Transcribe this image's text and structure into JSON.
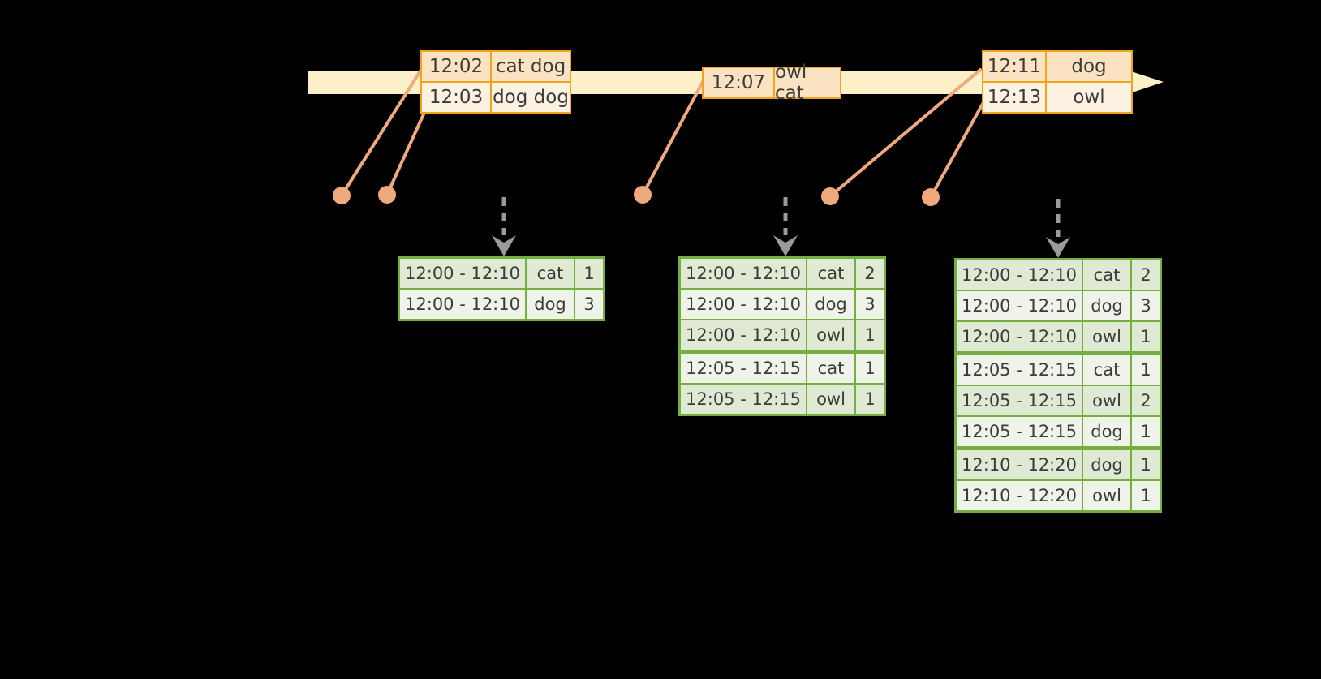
{
  "colors": {
    "background": "#000000",
    "timeline_fill": "#FBF0C7",
    "event_border": "#F0A41E",
    "event_row_dark": "#FBE2C0",
    "event_row_light": "#FDF2E2",
    "connector": "#F0A97C",
    "result_border": "#74B041",
    "result_row_dark": "#DFE9D3",
    "result_row_light": "#EFF3EA",
    "trigger_arrow": "#9A9A9A",
    "text": "#3C3C3C"
  },
  "event_tables": [
    {
      "rows": [
        {
          "time": "12:02",
          "words": "cat dog"
        },
        {
          "time": "12:03",
          "words": "dog dog"
        }
      ]
    },
    {
      "rows": [
        {
          "time": "12:07",
          "words": "owl cat"
        }
      ]
    },
    {
      "rows": [
        {
          "time": "12:11",
          "words": "dog"
        },
        {
          "time": "12:13",
          "words": "owl"
        }
      ]
    }
  ],
  "result_tables": [
    {
      "rows": [
        [
          "12:00 - 12:10",
          "cat",
          "1"
        ],
        [
          "12:00 - 12:10",
          "dog",
          "3"
        ]
      ]
    },
    {
      "rows": [
        [
          "12:00 - 12:10",
          "cat",
          "2"
        ],
        [
          "12:00 - 12:10",
          "dog",
          "3"
        ],
        [
          "12:00 - 12:10",
          "owl",
          "1"
        ],
        [
          "12:05 - 12:15",
          "cat",
          "1"
        ],
        [
          "12:05 - 12:15",
          "owl",
          "1"
        ]
      ]
    },
    {
      "rows": [
        [
          "12:00 - 12:10",
          "cat",
          "2"
        ],
        [
          "12:00 - 12:10",
          "dog",
          "3"
        ],
        [
          "12:00 - 12:10",
          "owl",
          "1"
        ],
        [
          "12:05 - 12:15",
          "cat",
          "1"
        ],
        [
          "12:05 - 12:15",
          "owl",
          "2"
        ],
        [
          "12:05 - 12:15",
          "dog",
          "1"
        ],
        [
          "12:10 - 12:20",
          "dog",
          "1"
        ],
        [
          "12:10 - 12:20",
          "owl",
          "1"
        ]
      ]
    }
  ]
}
